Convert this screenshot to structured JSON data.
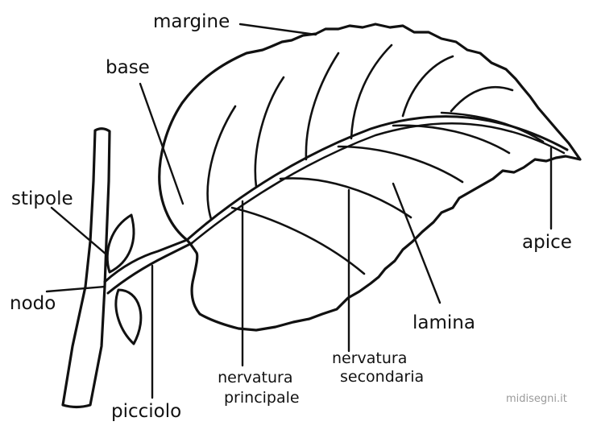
{
  "diagram": {
    "labels": {
      "margine": "margine",
      "base": "base",
      "stipole": "stipole",
      "nodo": "nodo",
      "picciolo": "picciolo",
      "nervatura_principale": [
        "nervatura",
        "principale"
      ],
      "nervatura_secondaria": [
        "nervatura",
        "secondaria"
      ],
      "lamina": "lamina",
      "apice": "apice"
    },
    "watermark": "midisegni.it",
    "colors": {
      "ink": "#111111",
      "paper": "#ffffff",
      "watermark": "#9a9a9a"
    }
  }
}
